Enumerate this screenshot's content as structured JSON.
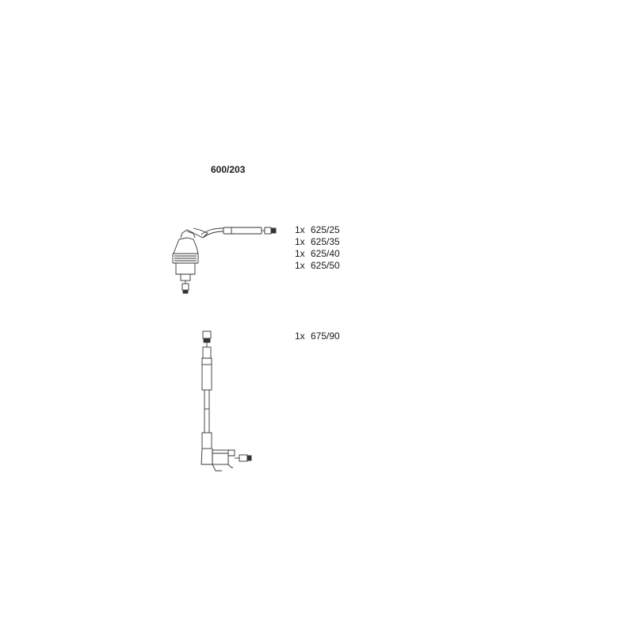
{
  "part_number": "600/203",
  "lists": {
    "upper": [
      {
        "qty": "1x",
        "ref": "625/25"
      },
      {
        "qty": "1x",
        "ref": "625/35"
      },
      {
        "qty": "1x",
        "ref": "625/40"
      },
      {
        "qty": "1x",
        "ref": "625/50"
      }
    ],
    "lower": [
      {
        "qty": "1x",
        "ref": "675/90"
      }
    ]
  }
}
